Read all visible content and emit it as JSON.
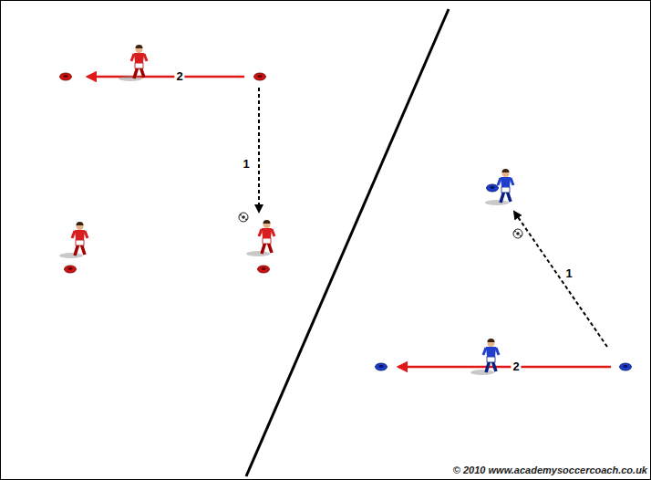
{
  "diagram": {
    "labels": [
      "1",
      "2",
      "1",
      "2",
      "© 2010 www.academysoccercoach.co.uk"
    ]
  }
}
